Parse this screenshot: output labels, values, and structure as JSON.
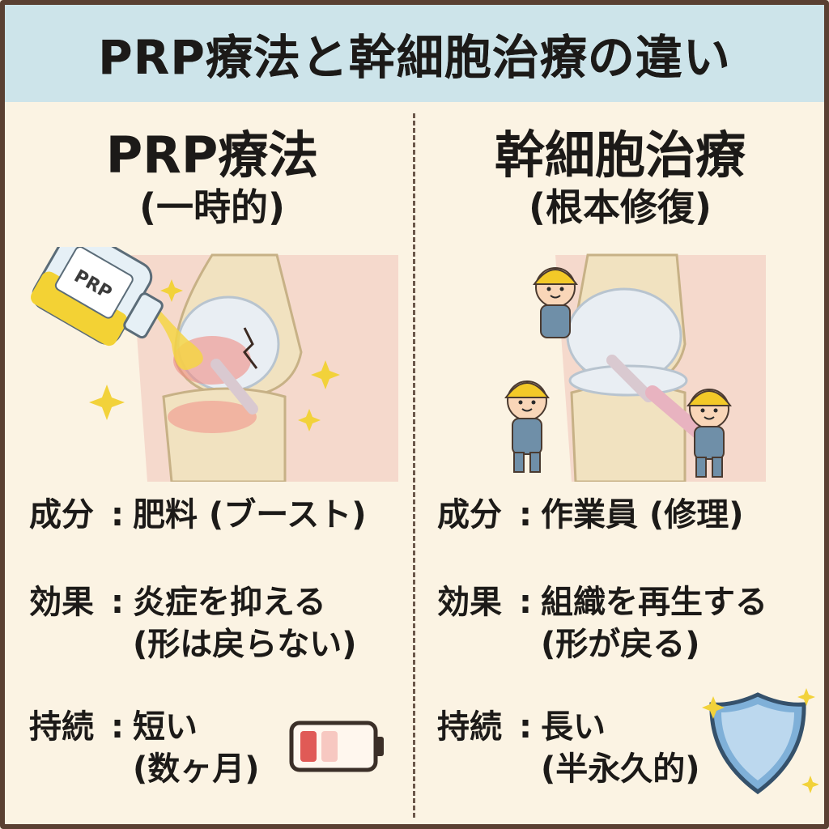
{
  "banner": {
    "title": "PRP療法と幹細胞治療の違い"
  },
  "left": {
    "title": "PRP療法",
    "subtitle": "(一時的)",
    "bottle_label": "PRP",
    "rows": [
      {
        "label": "成分",
        "colon": ":",
        "value": "肥料 (ブースト)",
        "value2": ""
      },
      {
        "label": "効果",
        "colon": ":",
        "value": "炎症を抑える",
        "value2": "(形は戻らない)"
      },
      {
        "label": "持続",
        "colon": ":",
        "value": "短い",
        "value2": "(数ヶ月)"
      }
    ],
    "battery_level": 0.35,
    "icon": "battery-low-icon"
  },
  "right": {
    "title": "幹細胞治療",
    "subtitle": "(根本修復)",
    "rows": [
      {
        "label": "成分",
        "colon": ":",
        "value": "作業員 (修理)",
        "value2": ""
      },
      {
        "label": "効果",
        "colon": ":",
        "value": "組織を再生する",
        "value2": "(形が戻る)"
      },
      {
        "label": "持続",
        "colon": ":",
        "value": "長い",
        "value2": "(半永久的)"
      }
    ],
    "icon": "shield-icon"
  },
  "colors": {
    "banner": "#cde4ea",
    "background": "#fbf3e3",
    "helmet": "#f3c928",
    "battery_red": "#e05a56",
    "shield": "#7fb0d8"
  }
}
